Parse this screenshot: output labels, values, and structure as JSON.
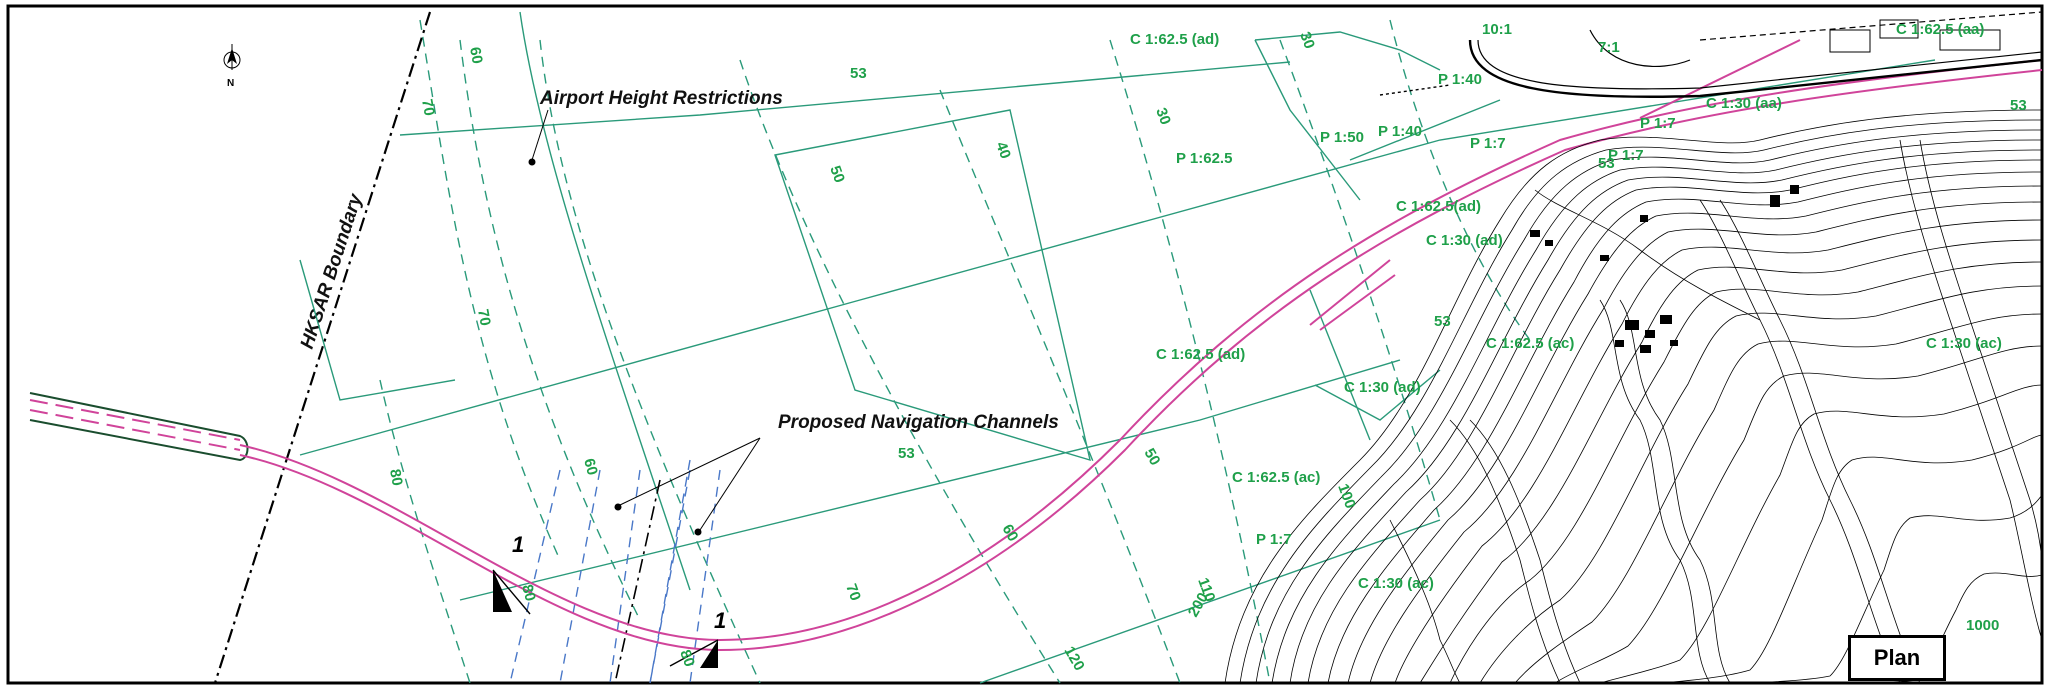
{
  "map": {
    "boundary_label": "HKSAR Boundary",
    "annotations": {
      "airport_height": "Airport Height Restrictions",
      "navigation_channels": "Proposed Navigation Channels"
    },
    "plan_label": "Plan",
    "north_label": "N",
    "section_markers": [
      "1",
      "1"
    ],
    "green_labels": [
      "60",
      "70",
      "70",
      "80",
      "60",
      "80",
      "80",
      "53",
      "50",
      "40",
      "30",
      "30",
      "C 1:62.5 (ad)",
      "P 1:62.5",
      "C 1:62.5 (ad)",
      "53",
      "C 1:62.5(ad)",
      "C 1:30 (ad)",
      "P 1:50",
      "P 1:40",
      "P 1:7",
      "P 1:7",
      "P 1:7",
      "C 1:30 (aa)",
      "C 1:62.5 (aa)",
      "53",
      "70",
      "60",
      "50",
      "100",
      "110",
      "120",
      "200",
      "C 1:62.5 (ac)",
      "C 1:30 (ac)",
      "C 1:30 (ad)",
      "53",
      "P 1:40",
      "7:1",
      "10:1",
      "53",
      "P 1:7",
      "C 1:62.5 (ac)",
      "C 1:30 (ac)",
      "1000"
    ]
  }
}
